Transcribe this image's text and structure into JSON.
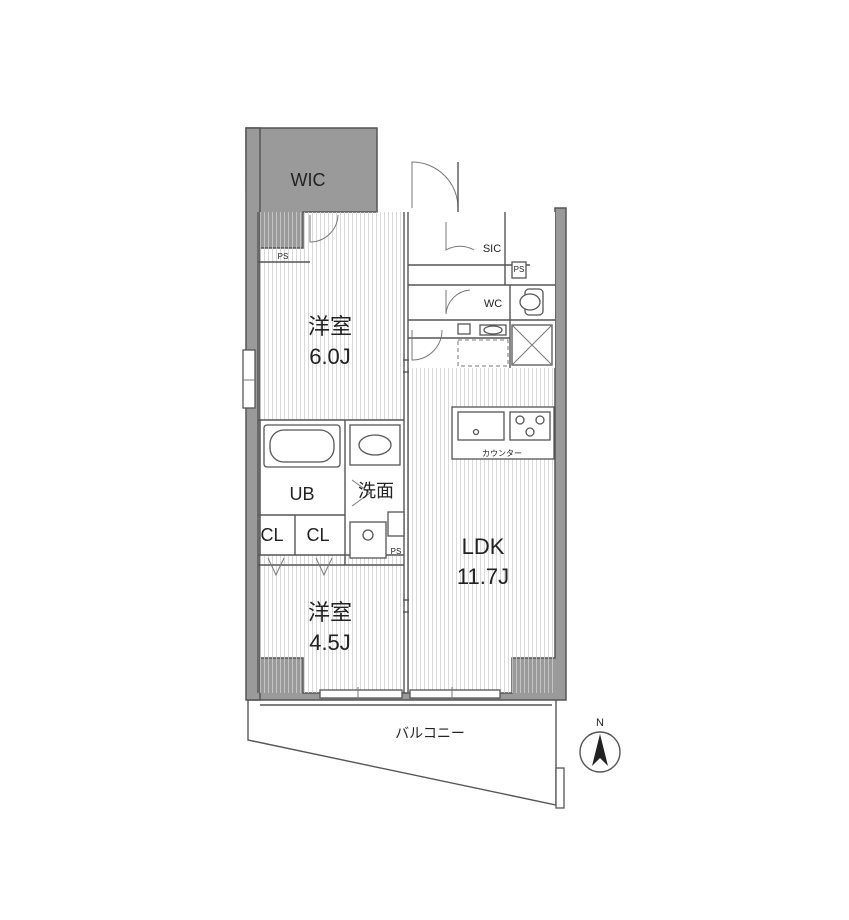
{
  "rooms": {
    "wic": "WIC",
    "ps_top": "PS",
    "western_room_1_name": "洋室",
    "western_room_1_size": "6.0J",
    "sic": "SIC",
    "ps_small": "PS",
    "wc": "WC",
    "ub": "UB",
    "washroom": "洗面",
    "cl_1": "CL",
    "cl_2": "CL",
    "ps_bottom": "PS",
    "counter": "カウンター",
    "ldk_name": "LDK",
    "ldk_size": "11.7J",
    "western_room_2_name": "洋室",
    "western_room_2_size": "4.5J",
    "balcony": "バルコニー"
  },
  "compass": {
    "label": "N"
  }
}
